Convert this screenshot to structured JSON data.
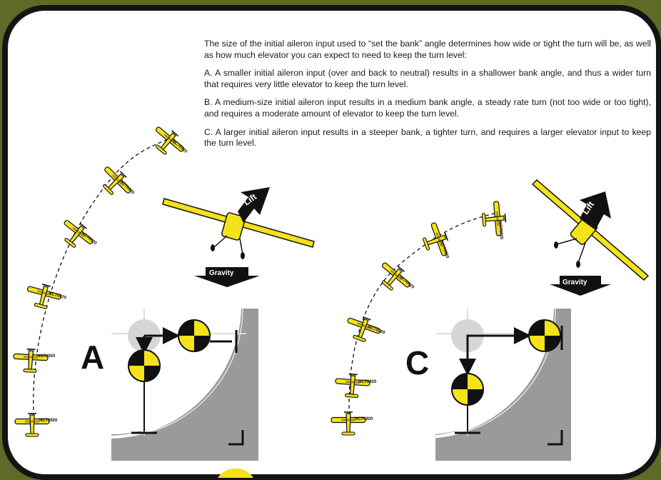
{
  "intro": "The size of the initial aileron input used to “set the bank” angle determines how wide or tight the turn will be, as well as how  much elevator you can expect to need to keep the turn level:",
  "item_a": "A. A smaller initial aileron input (over and back to neutral) results in a shallower bank angle, and thus a wider turn that requires very little elevator to keep the turn level.",
  "item_b": "B. A medium-size initial aileron input results in a medium bank angle, a steady rate turn (not too wide or too tight), and requires a moderate amount of elevator to keep the turn level.",
  "item_c": "C. A larger initial aileron input results in a steeper bank, a tighter turn, and requires a larger elevator input to keep the turn level.",
  "panel_a": {
    "letter": "A",
    "lift_label": "Lift",
    "gravity_label": "Gravity",
    "tail_number": "NC70920"
  },
  "panel_c": {
    "letter": "C",
    "lift_label": "Lift",
    "gravity_label": "Gravity",
    "tail_number": "NC70920"
  },
  "colors": {
    "frame_bg": "#5e6a28",
    "border": "#141414",
    "plane_yellow": "#f4e21a",
    "stick_gray": "#9a9a9a",
    "stick_neutral": "#d6d6d6"
  }
}
